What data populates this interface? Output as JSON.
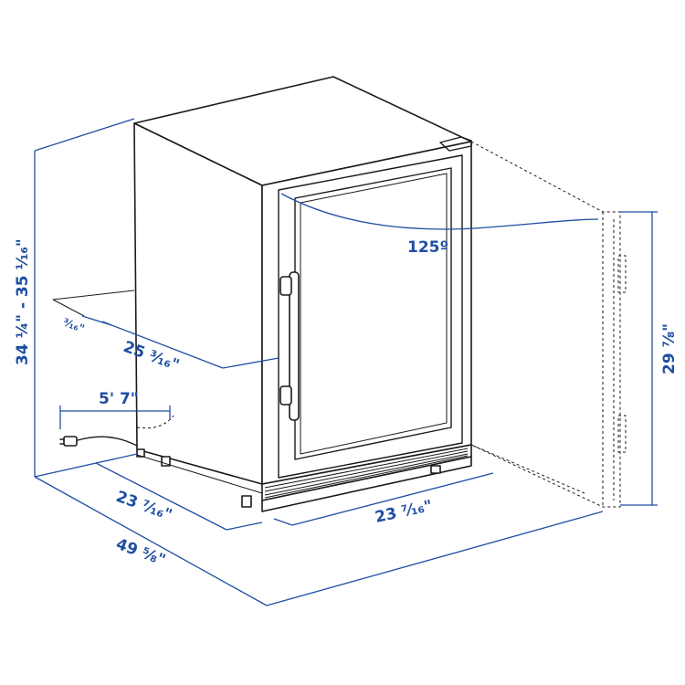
{
  "dimensions": {
    "height_total": "34 ¼\" - 35 ⅟₁₆\"",
    "door_angle": "125º",
    "door_height": "29 ⅞\"",
    "small_gap": "³⁄₁₆\"",
    "depth_inner": "25 ³⁄₁₆\"",
    "cord_length": "5' 7\"",
    "depth_side": "23 ⁷⁄₁₆\"",
    "width_front": "23 ⁷⁄₁₆\"",
    "total_depth_open": "49 ⅝\""
  },
  "colors": {
    "dimension": "#1f4ea3",
    "outline": "#1a1a1a"
  }
}
